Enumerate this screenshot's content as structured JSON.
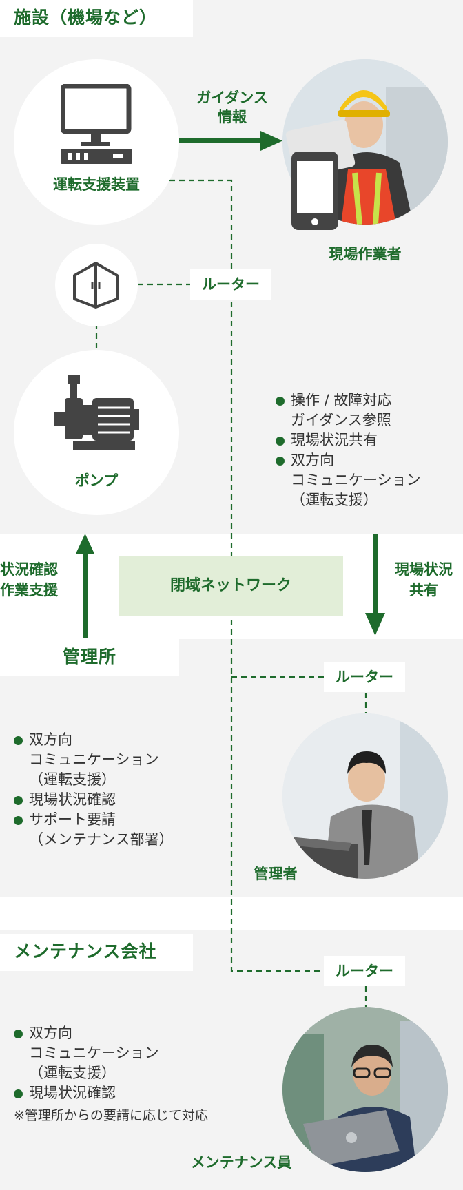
{
  "facility": {
    "title": "施設（機場など）",
    "device_label": "運転支援装置",
    "guidance_label": [
      "ガイダンス",
      "情報"
    ],
    "worker_label": "現場作業者",
    "router_label": "ルーター",
    "pump_label": "ポンプ",
    "bullets": [
      {
        "lines": [
          "操作 / 故障対応",
          "ガイダンス参照"
        ]
      },
      {
        "lines": [
          "現場状況共有"
        ]
      },
      {
        "lines": [
          "双方向",
          "コミュニケーション",
          "（運転支援）"
        ]
      }
    ]
  },
  "network": {
    "left_arrow_label": [
      "状況確認",
      "作業支援"
    ],
    "center_label": "閉域ネットワーク",
    "right_arrow_label": [
      "現場状況",
      "共有"
    ]
  },
  "management": {
    "title": "管理所",
    "router_label": "ルーター",
    "person_label": "管理者",
    "bullets": [
      {
        "lines": [
          "双方向",
          "コミュニケーション",
          "（運転支援）"
        ]
      },
      {
        "lines": [
          "現場状況確認"
        ]
      },
      {
        "lines": [
          "サポート要請",
          "（メンテナンス部署）"
        ]
      }
    ]
  },
  "maintenance": {
    "title": "メンテナンス会社",
    "router_label": "ルーター",
    "person_label": "メンテナンス員",
    "bullets": [
      {
        "lines": [
          "双方向",
          "コミュニケーション",
          "（運転支援）"
        ]
      },
      {
        "lines": [
          "現場状況確認"
        ]
      }
    ],
    "note": "※管理所からの要請に応じて対応"
  },
  "colors": {
    "accent": "#1e6b2c",
    "panel": "#f3f3f3",
    "network_box": "#e2eed8"
  }
}
